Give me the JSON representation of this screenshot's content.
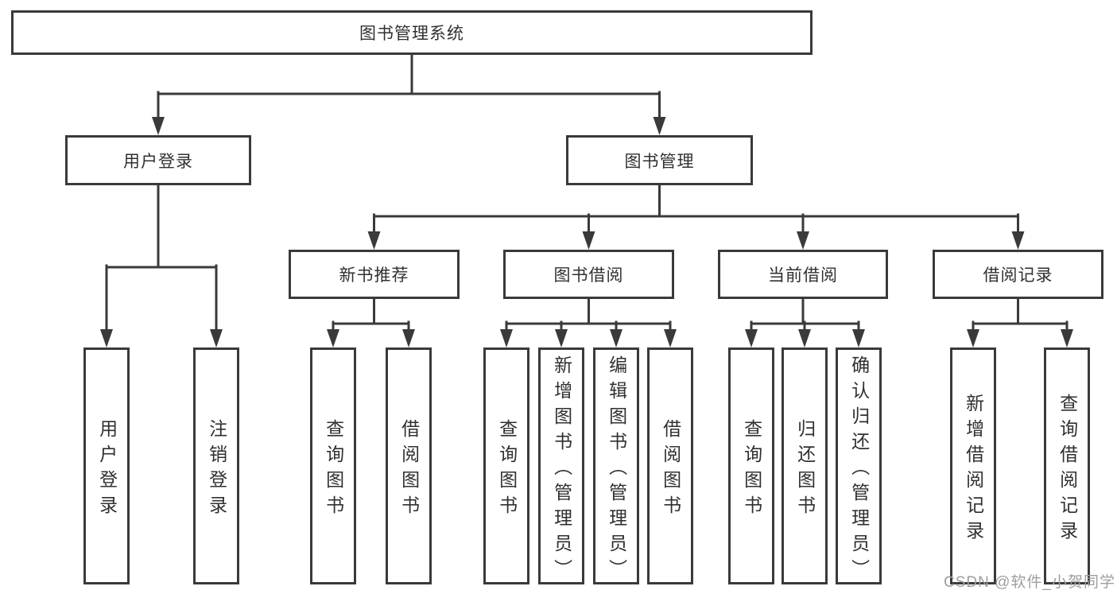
{
  "tree": {
    "root": {
      "label": "图书管理系统"
    },
    "user": {
      "label": "用户登录",
      "leaves": [
        {
          "label": "用户登录"
        },
        {
          "label": "注销登录"
        }
      ]
    },
    "book": {
      "label": "图书管理",
      "groups": [
        {
          "label": "新书推荐",
          "leaves": [
            {
              "label": "查询图书"
            },
            {
              "label": "借阅图书"
            }
          ]
        },
        {
          "label": "图书借阅",
          "leaves": [
            {
              "label": "查询图书"
            },
            {
              "label": "新增图书（管理员）"
            },
            {
              "label": "编辑图书（管理员）"
            },
            {
              "label": "借阅图书"
            }
          ]
        },
        {
          "label": "当前借阅",
          "leaves": [
            {
              "label": "查询图书"
            },
            {
              "label": "归还图书"
            },
            {
              "label": "确认归还（管理员）"
            }
          ]
        },
        {
          "label": "借阅记录",
          "leaves": [
            {
              "label": "新增借阅记录"
            },
            {
              "label": "查询借阅记录"
            }
          ]
        }
      ]
    }
  },
  "watermark": {
    "text": "CSDN @软件_小贺同学"
  },
  "colors": {
    "line": "#3a3a3a",
    "border": "#3a3a3a",
    "text": "#303030",
    "watermark": "#9e9e9e",
    "background": "#ffffff"
  }
}
